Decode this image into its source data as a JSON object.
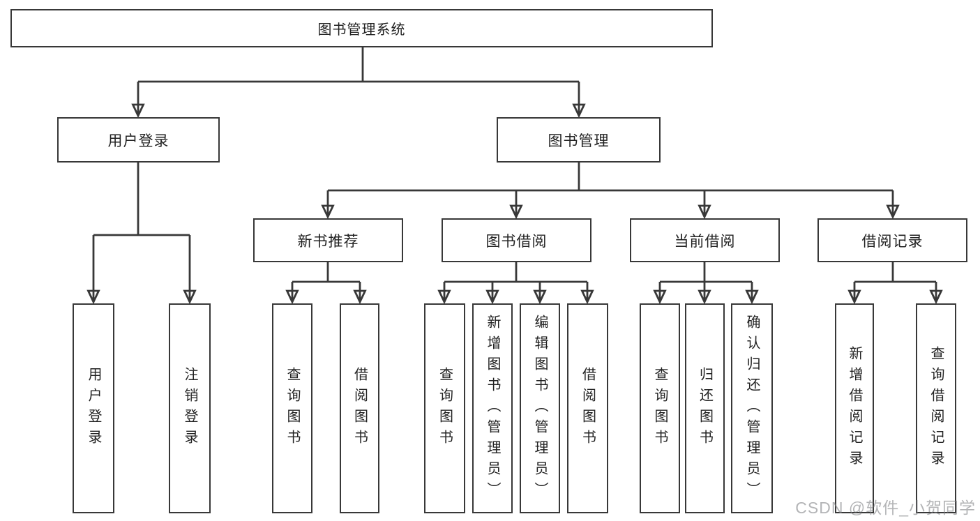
{
  "nodes": {
    "root": {
      "label": "图书管理系统"
    },
    "user_login": {
      "label": "用户登录",
      "children": [
        {
          "label": "用户登录"
        },
        {
          "label": "注销登录"
        }
      ]
    },
    "book_mgmt": {
      "label": "图书管理",
      "children": [
        {
          "label": "新书推荐",
          "children": [
            {
              "label": "查询图书"
            },
            {
              "label": "借阅图书"
            }
          ]
        },
        {
          "label": "图书借阅",
          "children": [
            {
              "label": "查询图书"
            },
            {
              "label": "新增图书（管理员）"
            },
            {
              "label": "编辑图书（管理员）"
            },
            {
              "label": "借阅图书"
            }
          ]
        },
        {
          "label": "当前借阅",
          "children": [
            {
              "label": "查询图书"
            },
            {
              "label": "归还图书"
            },
            {
              "label": "确认归还（管理员）"
            }
          ]
        },
        {
          "label": "借阅记录",
          "children": [
            {
              "label": "新增借阅记录"
            },
            {
              "label": "查询借阅记录"
            }
          ]
        }
      ]
    }
  },
  "watermark": "CSDN @软件_小贺同学"
}
